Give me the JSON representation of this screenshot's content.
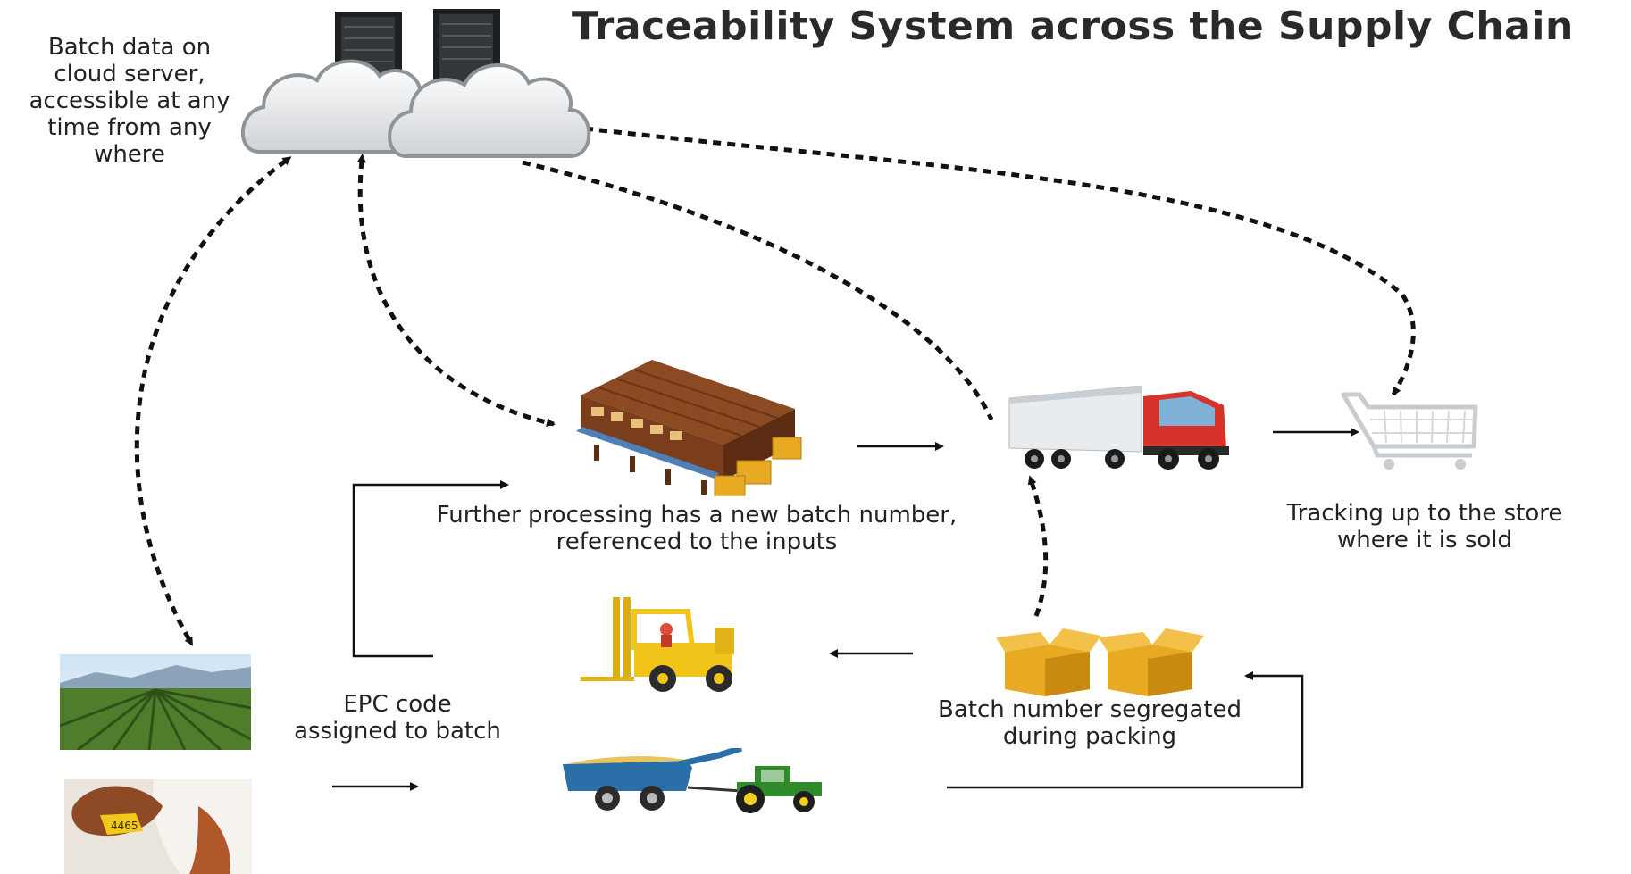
{
  "title": "Traceability System across the Supply Chain",
  "labels": {
    "cloud": [
      "Batch data on",
      "cloud server,",
      "accessible at any",
      "time from any",
      "where"
    ],
    "processing": [
      "Further processing has a new batch number,",
      "referenced to the inputs"
    ],
    "store": [
      "Tracking up to the store",
      "where it is sold"
    ],
    "epc": [
      "EPC code",
      "assigned to batch"
    ],
    "packing": [
      "Batch number segregated",
      "during packing"
    ]
  },
  "icons": {
    "cloud": "cloud-server-icon",
    "warehouse": "warehouse-icon",
    "truck": "truck-icon",
    "cart": "shopping-cart-icon",
    "forklift": "forklift-icon",
    "tractor": "tractor-trailer-icon",
    "boxes": "boxes-icon",
    "field": "crop-field-photo",
    "cow": "cow-ear-tag-photo"
  },
  "colors": {
    "arrow": "#111111",
    "warehouse": "#7a3e1c",
    "truck_cab": "#d6332a",
    "forklift": "#f0c419",
    "tractor": "#2f8a2c",
    "trailer": "#2a6fa8",
    "box": "#e8a923"
  }
}
